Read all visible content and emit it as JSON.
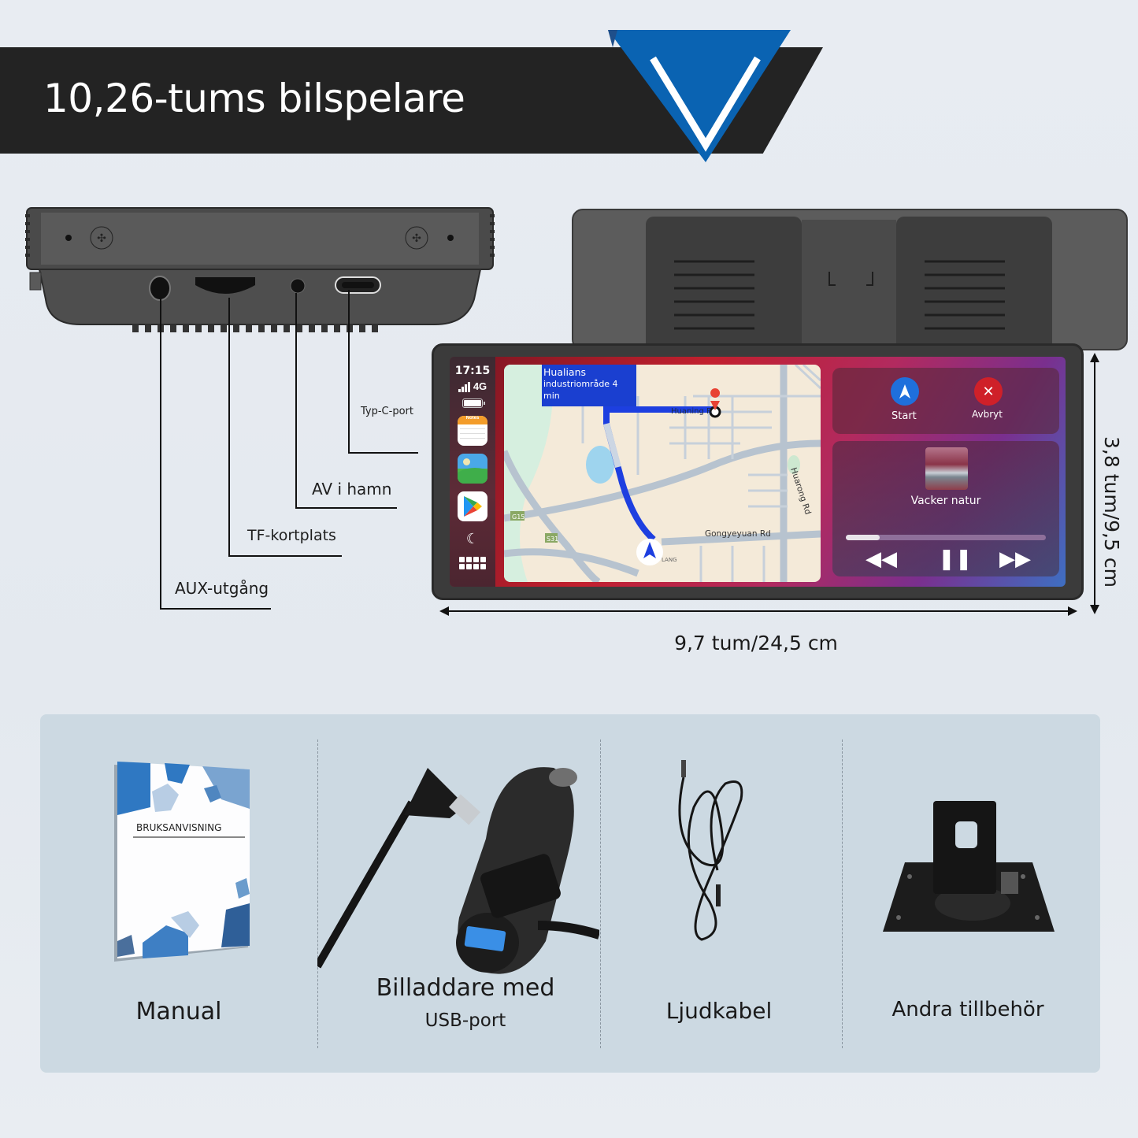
{
  "header": {
    "title": "10,26-tums bilspelare",
    "logo_icon": "v-triangle-logo-icon",
    "colors": {
      "banner": "#232323",
      "logo_blue": "#0a63b2",
      "logo_v": "#ffffff"
    }
  },
  "side_view": {
    "ports": [
      {
        "id": "aux",
        "label": "AUX-utgång"
      },
      {
        "id": "tf",
        "label": "TF-kortplats"
      },
      {
        "id": "av",
        "label": "AV i hamn"
      },
      {
        "id": "typec",
        "label": "Typ-C-port"
      }
    ]
  },
  "screen": {
    "status": {
      "time": "17:15",
      "network": "4G"
    },
    "dock_apps": [
      "notes-app-icon",
      "photos-app-icon",
      "play-store-icon",
      "night-mode-icon",
      "app-grid-icon"
    ],
    "notes_label": "Notes",
    "map": {
      "destination_line1": "Hualians",
      "destination_line2": "industriområde 4",
      "destination_line3": "min",
      "street_labels": [
        "Huaning R",
        "Huarong Rd",
        "Gongyeyuan Rd",
        "G15",
        "S31",
        "LANG"
      ]
    },
    "nav_card": {
      "start_label": "Start",
      "cancel_label": "Avbryt"
    },
    "media": {
      "title": "Vacker natur",
      "progress_pct": 17
    }
  },
  "dimensions": {
    "width_label": "9,7 tum/24,5 cm",
    "height_label": "3,8 tum/9,5 cm"
  },
  "accessories": [
    {
      "label": "Manual",
      "sub": "",
      "cover_text": "BRUKSANVISNING"
    },
    {
      "label": "Billaddare med",
      "sub": "USB-port"
    },
    {
      "label": "Ljudkabel",
      "sub": ""
    },
    {
      "label": "Andra tillbehör",
      "sub": ""
    }
  ]
}
